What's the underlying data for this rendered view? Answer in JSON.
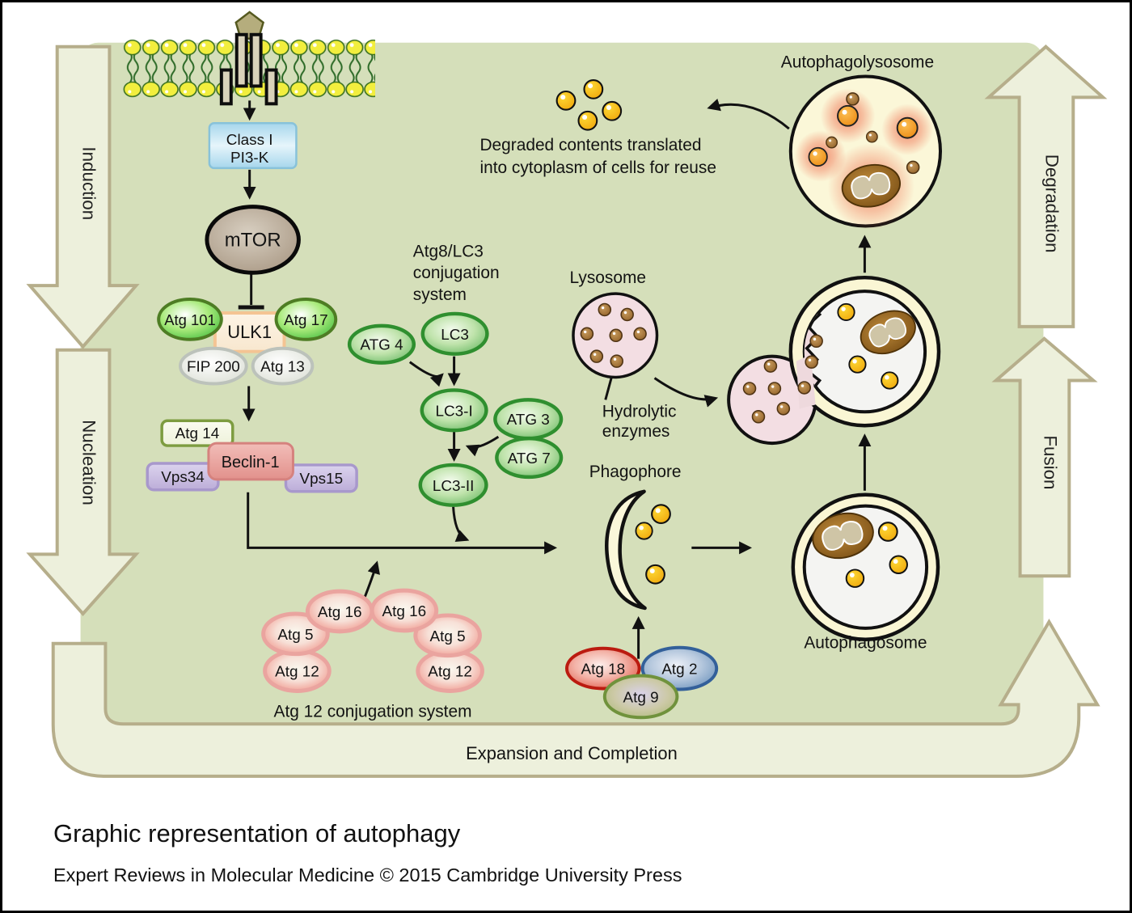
{
  "palette": {
    "cytoplasm_green": "#d5dfba",
    "stage_arrow_fill": "#edf0dc",
    "stage_arrow_border": "#b6ae8b",
    "green_node": "#3cb83c",
    "pink_node": "#ee7f74",
    "membrane_yellow": "#f2ee3e",
    "vesicle_yellow": "#f7b918",
    "vesicle_orange": "#f0920e",
    "enzyme_brown": "#8a5a24",
    "lysosome_pink": "#f3dee3",
    "pi3k_blue": "#a6d6ec"
  },
  "stages": {
    "induction": "Induction",
    "nucleation": "Nucleation",
    "expansion": "Expansion and Completion",
    "fusion": "Fusion",
    "degradation": "Degradation"
  },
  "nodes": {
    "class1_pi3k_line1": "Class I",
    "class1_pi3k_line2": "PI3-K",
    "mtor": "mTOR",
    "ulk1": "ULK1",
    "atg101": "Atg 101",
    "atg17": "Atg 17",
    "fip200": "FIP 200",
    "atg13": "Atg 13",
    "atg14": "Atg 14",
    "beclin1": "Beclin-1",
    "vps34": "Vps34",
    "vps15": "Vps15",
    "atg4": "ATG 4",
    "lc3": "LC3",
    "lc3_i": "LC3-I",
    "atg3": "ATG 3",
    "atg7": "ATG 7",
    "lc3_ii": "LC3-II",
    "atg16": "Atg 16",
    "atg5": "Atg 5",
    "atg12": "Atg 12",
    "at18": "Atg 18",
    "atg18": "Atg 18",
    "atg2": "Atg 2",
    "atg9": "Atg 9"
  },
  "labels": {
    "atg8_system_line1": "Atg8/LC3",
    "atg8_system_line2": "conjugation",
    "atg8_system_line3": "system",
    "atg12_system": "Atg 12 conjugation system",
    "phagophore": "Phagophore",
    "lysosome": "Lysosome",
    "hydrolytic_line1": "Hydrolytic",
    "hydrolytic_line2": "enzymes",
    "autophagosome": "Autophagosome",
    "autophagolysosome": "Autophagolysosome",
    "degraded_line1": "Degraded contents translated",
    "degraded_line2": "into cytoplasm of cells for reuse"
  },
  "caption": {
    "title": "Graphic representation of autophagy",
    "source": "Expert Reviews in Molecular Medicine © 2015 Cambridge University Press"
  }
}
